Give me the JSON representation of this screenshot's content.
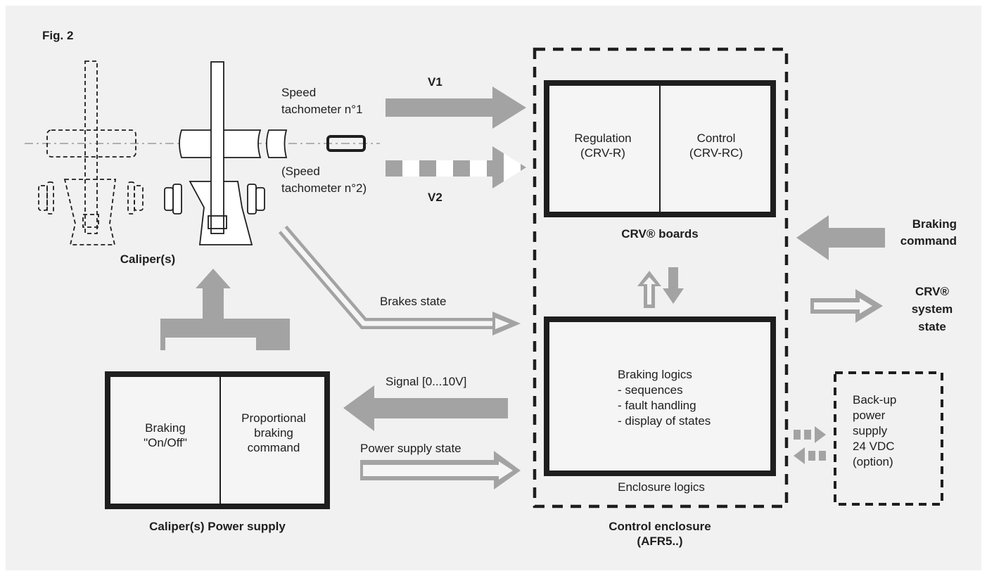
{
  "figure": {
    "label": "Fig. 2"
  },
  "caliper": {
    "label": "Caliper(s)",
    "sensor_1": "Speed\ntachometer n°1",
    "sensor_2": "(Speed\ntachometer n°2)"
  },
  "signals": {
    "v1": "V1",
    "v2": "V2",
    "brakes_state": "Brakes state",
    "signal_range": "Signal [0...10V]",
    "power_supply_state": "Power supply state"
  },
  "crv_boards": {
    "title": "CRV® boards",
    "regulation": "Regulation\n(CRV-R)",
    "control": "Control\n(CRV-RC)"
  },
  "logic_box": {
    "text": "Braking logics\n- sequences\n- fault handling\n- display of states",
    "footer": "Enclosure logics"
  },
  "enclosure": {
    "title": "Control enclosure\n(AFR5..)"
  },
  "power_supply": {
    "left": "Braking\n\"On/Off\"",
    "right": "Proportional\nbraking\ncommand",
    "title": "Caliper(s) Power supply"
  },
  "external": {
    "braking_command": "Braking\ncommand",
    "system_state": "CRV®\nsystem\nstate",
    "backup": "Back-up\npower\nsupply\n24 VDC\n(option)"
  },
  "colors": {
    "arrow_gray": "#a3a3a3",
    "line_black": "#1e1e1e",
    "panel_bg": "#f1f1f1",
    "box_fill": "#f5f5f5"
  }
}
